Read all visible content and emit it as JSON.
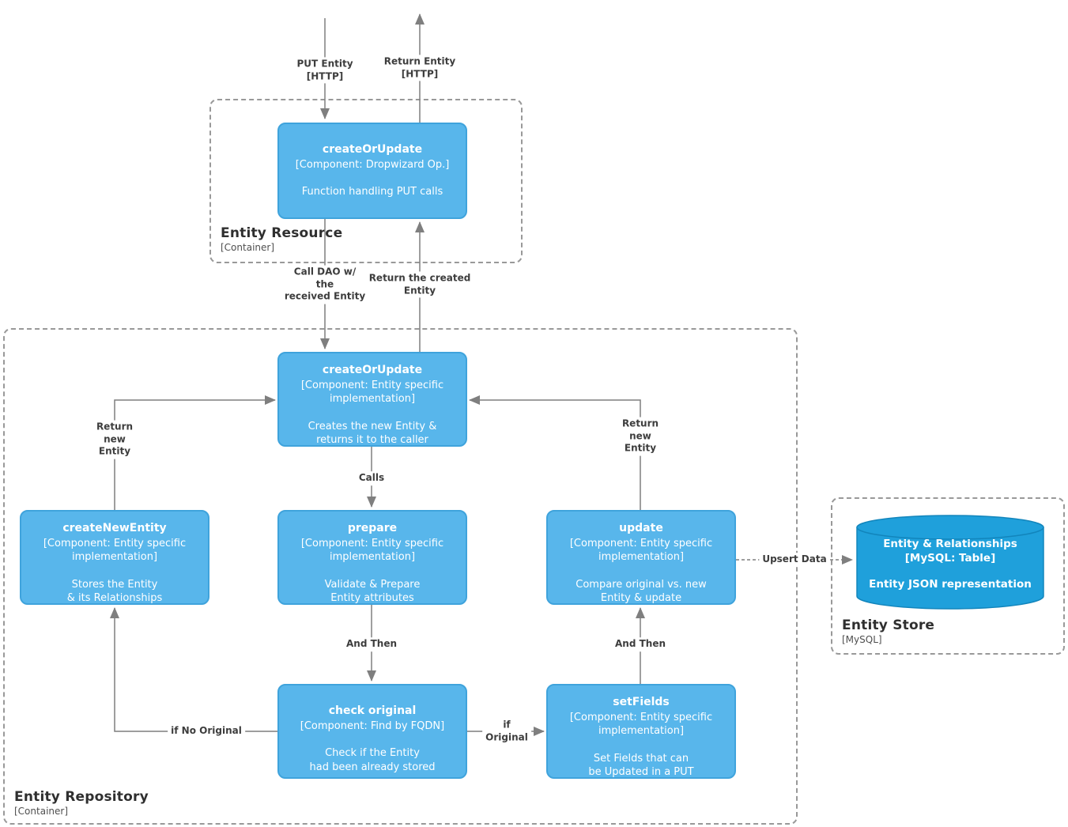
{
  "colors": {
    "node_fill": "#58B6EB",
    "node_border": "#3FA3DC",
    "db_fill": "#1FA0DB",
    "db_border": "#1285BC",
    "edge": "#7F7F7F",
    "label_text": "#3D3D3D",
    "container_border": "#999999"
  },
  "external_flows": {
    "put_entity": "PUT Entity\n[HTTP]",
    "return_entity": "Return Entity\n[HTTP]"
  },
  "containers": {
    "entity_resource": {
      "title": "Entity Resource",
      "type": "[Container]"
    },
    "entity_repository": {
      "title": "Entity Repository",
      "type": "[Container]"
    },
    "entity_store": {
      "title": "Entity Store",
      "type": "[MySQL]"
    }
  },
  "nodes": {
    "resource_create_or_update": {
      "title": "createOrUpdate",
      "meta": "[Component: Dropwizard Op.]",
      "desc": "Function handling PUT calls"
    },
    "repo_create_or_update": {
      "title": "createOrUpdate",
      "meta": "[Component: Entity specific\nimplementation]",
      "desc": "Creates the new Entity &\nreturns it to the caller"
    },
    "create_new_entity": {
      "title": "createNewEntity",
      "meta": "[Component: Entity specific\nimplementation]",
      "desc": "Stores the Entity\n& its Relationships"
    },
    "prepare": {
      "title": "prepare",
      "meta": "[Component: Entity specific\nimplementation]",
      "desc": "Validate & Prepare\nEntity attributes"
    },
    "update": {
      "title": "update",
      "meta": "[Component: Entity specific\nimplementation]",
      "desc": "Compare original vs. new\nEntity & update"
    },
    "check_original": {
      "title": "check original",
      "meta": "[Component: Find by FQDN]",
      "desc": "Check if the Entity\nhad been already stored"
    },
    "set_fields": {
      "title": "setFields",
      "meta": "[Component: Entity specific\nimplementation]",
      "desc": "Set Fields that can\nbe Updated in a PUT"
    },
    "entity_table": {
      "title": "Entity & Relationships",
      "meta": "[MySQL: Table]",
      "desc": "Entity JSON representation"
    }
  },
  "edge_labels": {
    "call_dao": "Call DAO w/\nthe\nreceived Entity",
    "return_created": "Return the created\nEntity",
    "calls": "Calls",
    "return_new_left": "Return\nnew\nEntity",
    "return_new_right": "Return\nnew\nEntity",
    "and_then_left": "And Then",
    "and_then_right": "And Then",
    "if_no_original": "if No Original",
    "if_original": "if\nOriginal",
    "upsert_data": "Upsert Data"
  }
}
